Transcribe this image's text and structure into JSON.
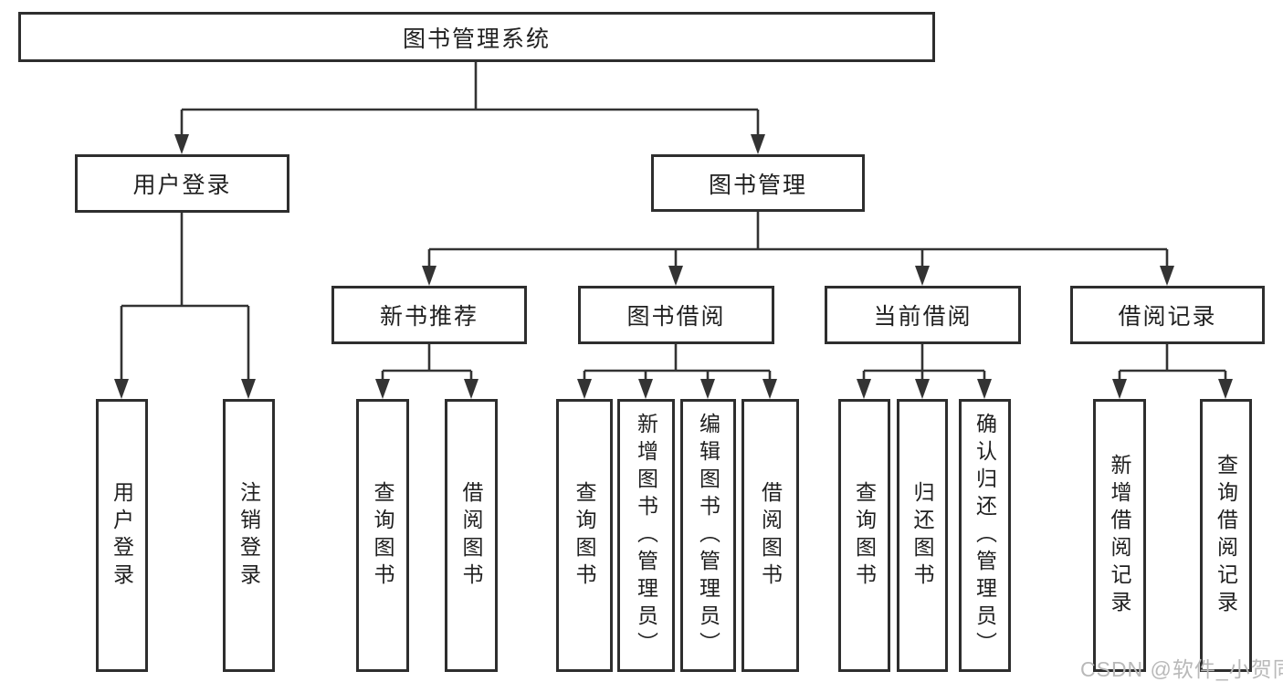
{
  "diagram": {
    "root": {
      "label": "图书管理系统"
    },
    "level2": [
      {
        "label": "用户登录"
      },
      {
        "label": "图书管理"
      }
    ],
    "level3": [
      {
        "label": "新书推荐"
      },
      {
        "label": "图书借阅"
      },
      {
        "label": "当前借阅"
      },
      {
        "label": "借阅记录"
      }
    ],
    "leaves": {
      "user_login": [
        "用户登录",
        "注销登录"
      ],
      "new_book_recommend": [
        "查询图书",
        "借阅图书"
      ],
      "book_borrow": [
        "查询图书",
        "新增图书（管理员）",
        "编辑图书（管理员）",
        "借阅图书"
      ],
      "current_borrow": [
        "查询图书",
        "归还图书",
        "确认归还（管理员）"
      ],
      "borrow_records": [
        "新增借阅记录",
        "查询借阅记录"
      ]
    }
  },
  "watermark": {
    "text": "CSDN @软件_小贺同学"
  },
  "colors": {
    "line": "#333333",
    "box_border": "#2e2e2e",
    "text": "#1f1f1f",
    "watermark": "#b9b9b9",
    "background": "#ffffff"
  }
}
